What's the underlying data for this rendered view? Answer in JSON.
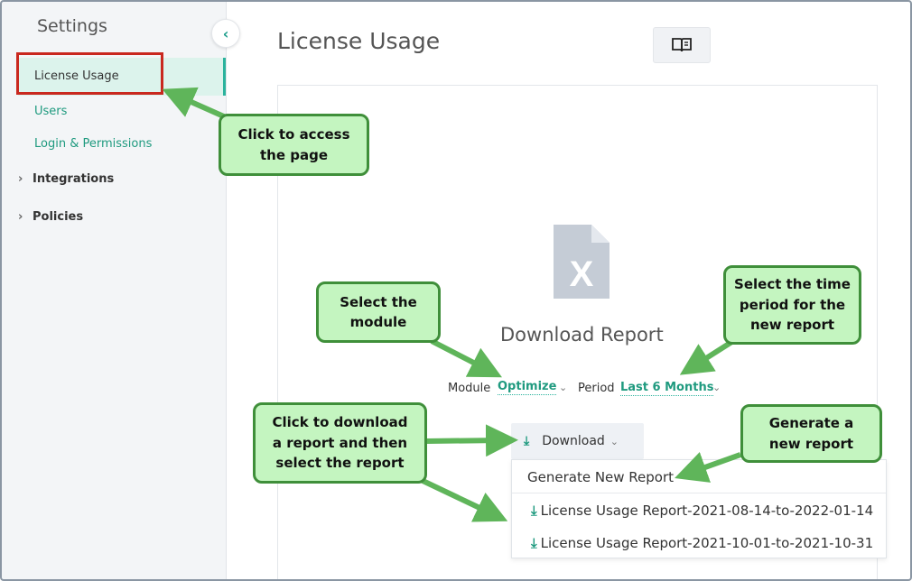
{
  "sidebar": {
    "title": "Settings",
    "collapse_icon": "chevron-left-icon",
    "active_item": "License Usage",
    "links": [
      "Users",
      "Login & Permissions"
    ],
    "groups": [
      "Integrations",
      "Policies"
    ]
  },
  "main": {
    "title": "License Usage",
    "book_icon": "book-icon",
    "report": {
      "title": "Download Report",
      "module_label": "Module",
      "module_value": "Optimize",
      "period_label": "Period",
      "period_value": "Last 6 Months",
      "download_label": "Download",
      "menu": {
        "generate": "Generate New Report",
        "reports": [
          "License Usage Report-2021-08-14-to-2022-01-14",
          "License Usage Report-2021-10-01-to-2021-10-31"
        ]
      }
    }
  },
  "callouts": {
    "access": [
      "Click to access",
      "the page"
    ],
    "module": [
      "Select the",
      "module"
    ],
    "period": [
      "Select the time",
      "period for the",
      "new report"
    ],
    "download": [
      "Click to download",
      "a report and then",
      "select the report"
    ],
    "generate": [
      "Generate a",
      "new report"
    ]
  },
  "colors": {
    "accent": "#1f9a7f",
    "highlight": "#c9281f",
    "callout_fill": "#c4f5c0",
    "callout_border": "#3f8f3a"
  }
}
